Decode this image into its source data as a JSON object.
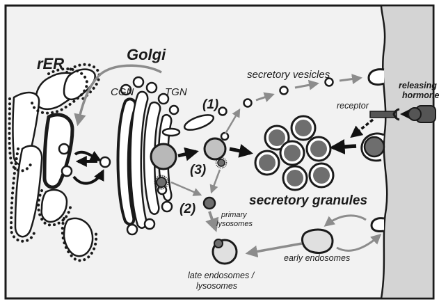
{
  "labels": {
    "rer": "rER",
    "golgi": "Golgi",
    "cgn": "CGN",
    "tgn": "TGN",
    "secretory_vesicles": "secretory vesicles",
    "path1": "(1)",
    "path2": "(2)",
    "path3": "(3)",
    "secretory_granules": "secretory granules",
    "primary_lysosomes_line1": "primary",
    "primary_lysosomes_line2": "lysosomes",
    "late_endosomes_line1": "late endosomes /",
    "late_endosomes_line2": "lysosomes",
    "early_endosomes": "early endosomes",
    "receptor": "receptor",
    "releasing_hormone_line1": "releasing",
    "releasing_hormone_line2": "hormone"
  },
  "colors": {
    "outline": "#1a1a1a",
    "extracellular": "#d4d4d4",
    "granule_fill": "#6e6e6e",
    "light_fill": "#e0e0e0",
    "arrow_gray": "#8c8c8c",
    "dark_arrow": "#111111"
  }
}
